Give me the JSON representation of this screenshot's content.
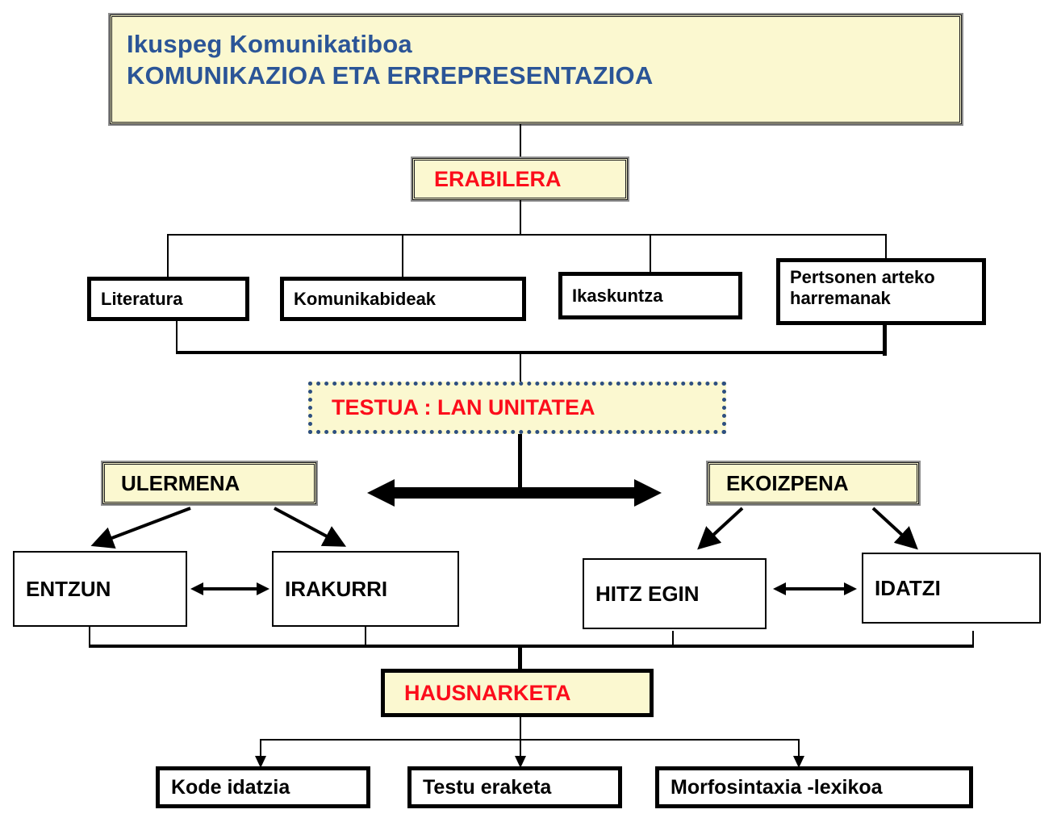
{
  "diagram": {
    "title_box": {
      "line1": "Ikuspeg Komunikatiboa",
      "line2": "KOMUNIKAZIOA ETA ERREPRESENTAZIOA"
    },
    "erabilera": {
      "label": "ERABILERA"
    },
    "use_contexts": [
      {
        "label": "Literatura"
      },
      {
        "label": "Komunikabideak"
      },
      {
        "label": "Ikaskuntza"
      },
      {
        "label": "Pertsonen arteko harremanak"
      }
    ],
    "testua": {
      "label": "TESTUA : LAN UNITATEA"
    },
    "ulermena": {
      "label": "ULERMENA"
    },
    "ekoizpena": {
      "label": "EKOIZPENA"
    },
    "reception_skills": [
      {
        "label": "ENTZUN"
      },
      {
        "label": "IRAKURRI"
      }
    ],
    "production_skills": [
      {
        "label": "HITZ EGIN"
      },
      {
        "label": "IDATZI"
      }
    ],
    "hausnarketa": {
      "label": "HAUSNARKETA"
    },
    "reflection_topics": [
      {
        "label": "Kode idatzia"
      },
      {
        "label": "Testu eraketa"
      },
      {
        "label": "Morfosintaxia -lexikoa"
      }
    ],
    "colors": {
      "accent_yellow": "#fbf8d0",
      "title_blue": "#2b5597",
      "highlight_red": "#fc0d1b",
      "dotted_border_blue": "#2d4f81",
      "line_black": "#000000",
      "page_background": "#ffffff"
    }
  }
}
